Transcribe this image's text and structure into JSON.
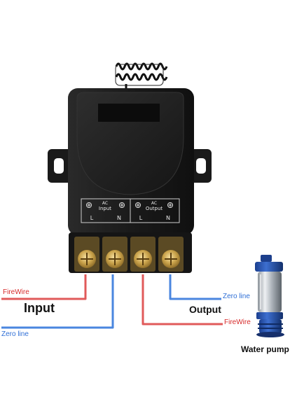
{
  "device": {
    "terminal_header_input": [
      "AC",
      "Input"
    ],
    "terminal_header_output": [
      "AC",
      "Output"
    ],
    "terminal_letters": [
      "L",
      "N",
      "L",
      "N"
    ]
  },
  "labels": {
    "input_firewire": "FireWire",
    "input_zero": "Zero line",
    "input_title": "Input",
    "output_zero": "Zero line",
    "output_title": "Output",
    "output_firewire": "FireWire",
    "pump": "Water pump"
  },
  "colors": {
    "live_wire": "#e05a5a",
    "neutral_wire": "#4a86df",
    "housing": "#1c1c1c",
    "terminal_brass": "#c9a24a"
  }
}
